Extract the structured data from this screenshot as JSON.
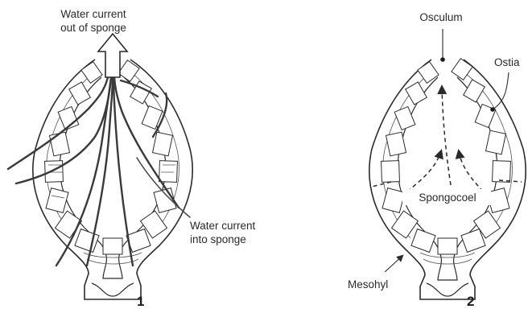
{
  "figure1": {
    "label_out_line1": "Water current",
    "label_out_line2": "out of sponge",
    "label_in_line1": "Water current",
    "label_in_line2": "into sponge",
    "number": "1"
  },
  "figure2": {
    "osculum": "Osculum",
    "ostia": "Ostia",
    "spongocoel": "Spongocoel",
    "mesohyl": "Mesohyl",
    "number": "2"
  },
  "colors": {
    "ink": "#2b2b2b",
    "background": "#ffffff"
  }
}
